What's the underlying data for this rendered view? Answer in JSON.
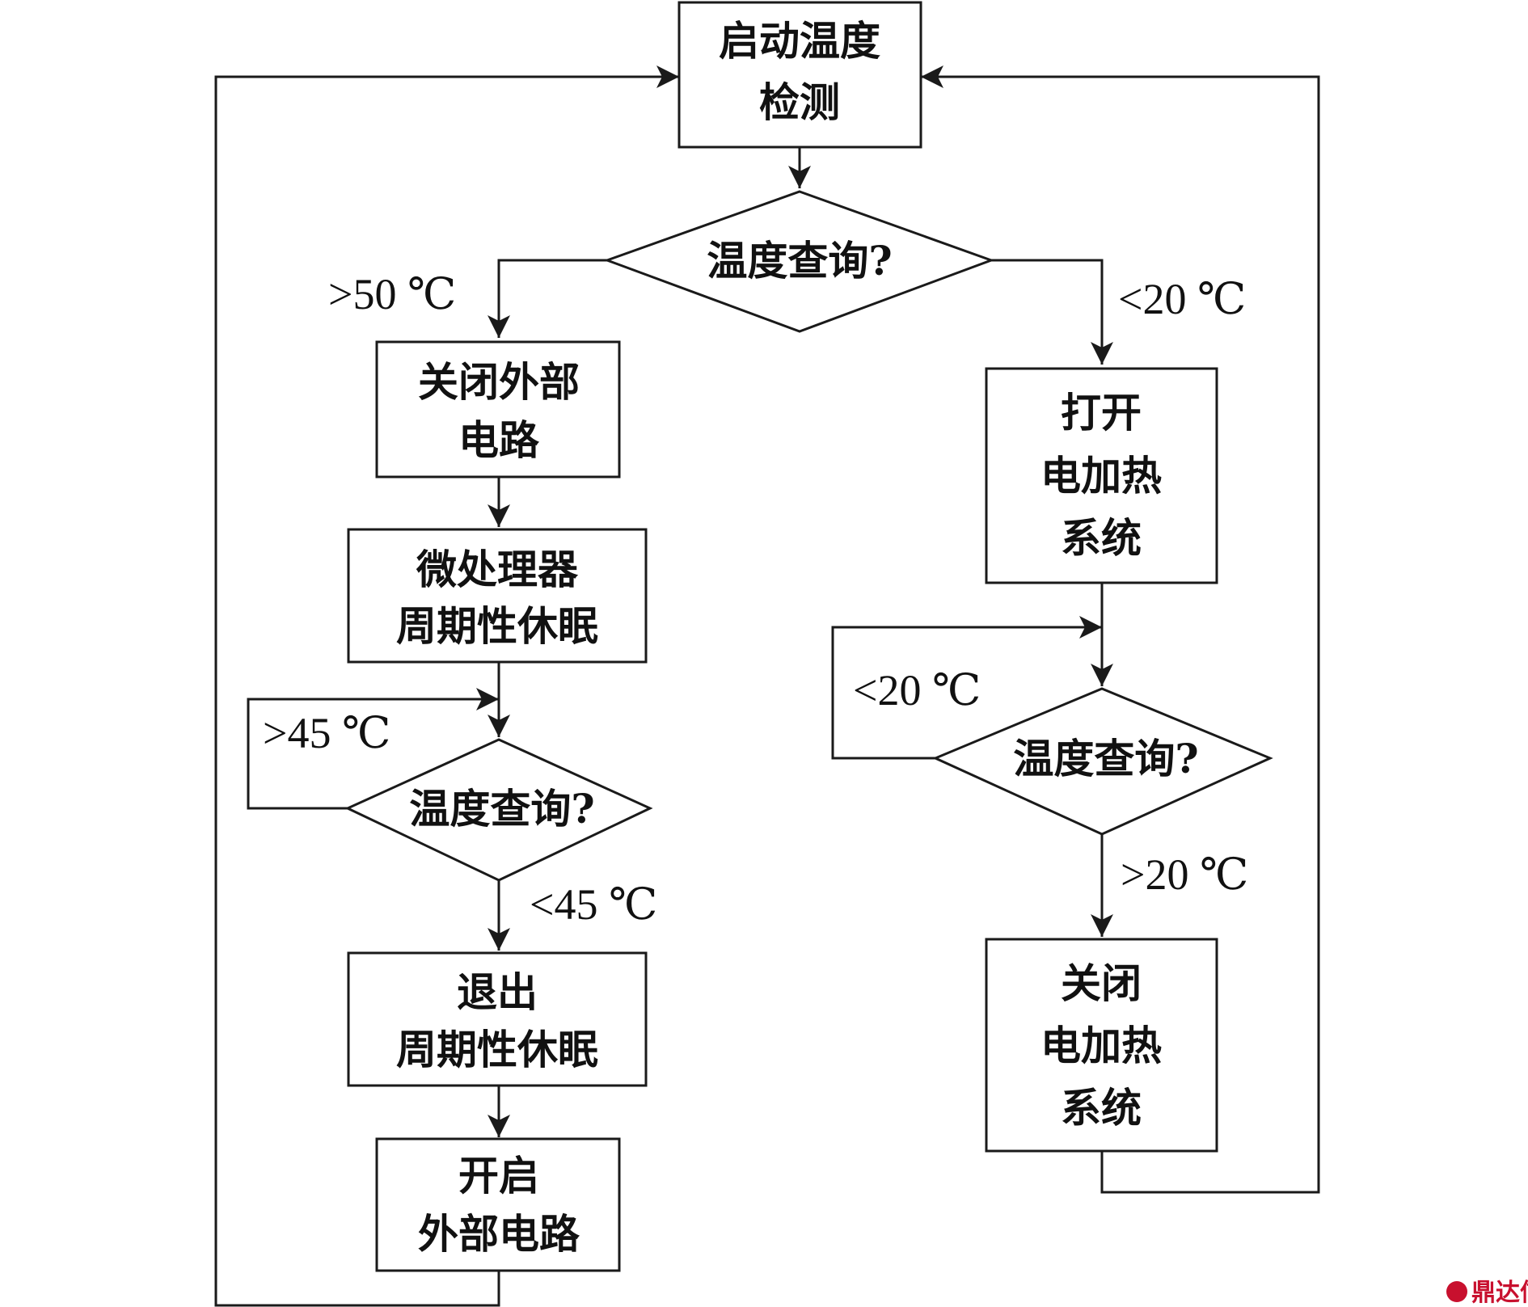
{
  "nodes": {
    "start": [
      "启动温度",
      "检测"
    ],
    "query_main": [
      "温度查询?"
    ],
    "close_ext": [
      "关闭外部",
      "电路"
    ],
    "sleep": [
      "微处理器",
      "周期性休眠"
    ],
    "query_left": [
      "温度查询?"
    ],
    "exit_sleep": [
      "退出",
      "周期性休眠"
    ],
    "open_ext": [
      "开启",
      "外部电路"
    ],
    "heater_on": [
      "打开",
      "电加热",
      "系统"
    ],
    "query_right": [
      "温度查询?"
    ],
    "heater_off": [
      "关闭",
      "电加热",
      "系统"
    ]
  },
  "labels": {
    "gt50": ">50 ℃",
    "lt20_top": "<20 ℃",
    "gt45": ">45 ℃",
    "lt45": "<45 ℃",
    "lt20_loop": "<20 ℃",
    "gt20": ">20 ℃"
  },
  "watermark": "鼎达信"
}
